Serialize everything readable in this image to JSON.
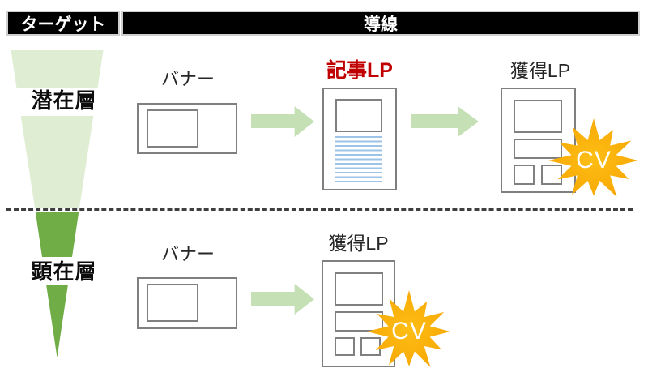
{
  "header": {
    "target": "ターゲット",
    "flow": "導線"
  },
  "funnel": {
    "latent": "潜在層",
    "manifest": "顕在層",
    "light_color": "#DFEDD3",
    "dark_color": "#70AD47"
  },
  "flows": {
    "latent": {
      "banner": "バナー",
      "article_lp": "記事LP",
      "acquisition_lp": "獲得LP",
      "cv": "CV"
    },
    "manifest": {
      "banner": "バナー",
      "acquisition_lp": "獲得LP",
      "cv": "CV"
    }
  },
  "colors": {
    "header_bg": "#000000",
    "header_text": "#FFFFFF",
    "arrow_green": "#C5E0B4",
    "article_label_red": "#C00000",
    "burst_orange": "#F7A501",
    "burst_orange_light": "#FDBE15",
    "wireframe_border": "#7F7F7F",
    "article_text_lines_blue": "#9DC3E6",
    "divider_gray": "#3F3F3F"
  },
  "icons": {
    "arrow": "arrow-right-icon",
    "burst": "cv-burst-icon",
    "funnel": "funnel-shape"
  }
}
